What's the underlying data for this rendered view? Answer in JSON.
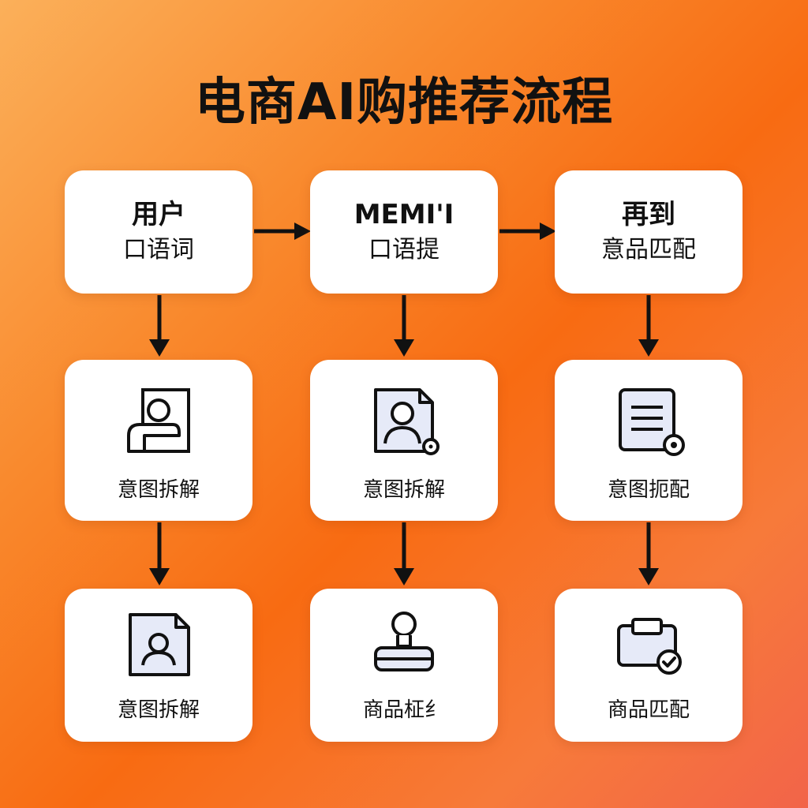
{
  "title": "电商AI购推荐流程",
  "colors": {
    "background_start": "#fbb05a",
    "background_end": "#f26449",
    "card": "#ffffff",
    "ink": "#111111",
    "icon_fill": "#e6eaf8"
  },
  "nodes": [
    {
      "id": "user",
      "title": "用户",
      "subtitle": "口语词"
    },
    {
      "id": "memi",
      "title": "MEMI'I",
      "subtitle": "口语提"
    },
    {
      "id": "zaidao",
      "title": "再到",
      "subtitle": "意品匹配"
    },
    {
      "id": "intent-1",
      "icon": "user-profile-icon",
      "label": "意图拆解"
    },
    {
      "id": "intent-2",
      "icon": "profile-document-icon",
      "label": "意图拆解"
    },
    {
      "id": "intent-match",
      "icon": "list-document-icon",
      "label": "意图扼配"
    },
    {
      "id": "intent-3",
      "icon": "user-image-icon",
      "label": "意图拆解"
    },
    {
      "id": "product-stamp",
      "icon": "stamp-icon",
      "label": "商品柾纟"
    },
    {
      "id": "product-match",
      "icon": "product-check-icon",
      "label": "商品匹配"
    }
  ],
  "edges": [
    {
      "from": "user",
      "to": "memi"
    },
    {
      "from": "memi",
      "to": "zaidao"
    },
    {
      "from": "user",
      "to": "intent-1"
    },
    {
      "from": "memi",
      "to": "intent-2"
    },
    {
      "from": "zaidao",
      "to": "intent-match"
    },
    {
      "from": "intent-1",
      "to": "intent-3"
    },
    {
      "from": "intent-2",
      "to": "product-stamp"
    },
    {
      "from": "intent-match",
      "to": "product-match"
    }
  ]
}
